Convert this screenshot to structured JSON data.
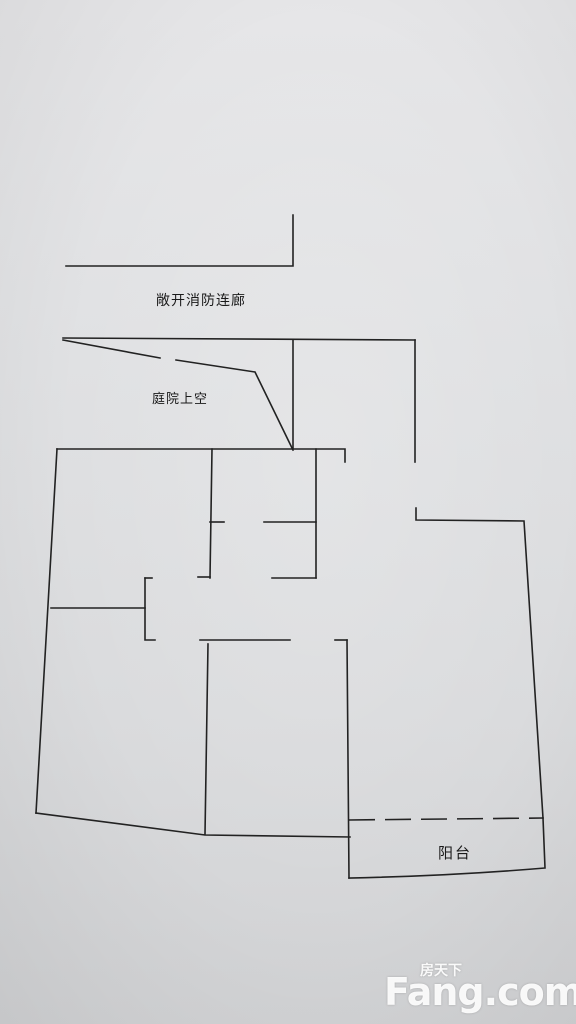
{
  "labels": {
    "corridor": "敞开消防连廊",
    "courtyard": "庭院上空",
    "balcony": "阳台"
  },
  "watermark": {
    "text": "Fang.com",
    "chinese": "房天下"
  },
  "colors": {
    "paper": "#e2e3e5",
    "ink": "#222222",
    "watermark": "#ffffff"
  }
}
